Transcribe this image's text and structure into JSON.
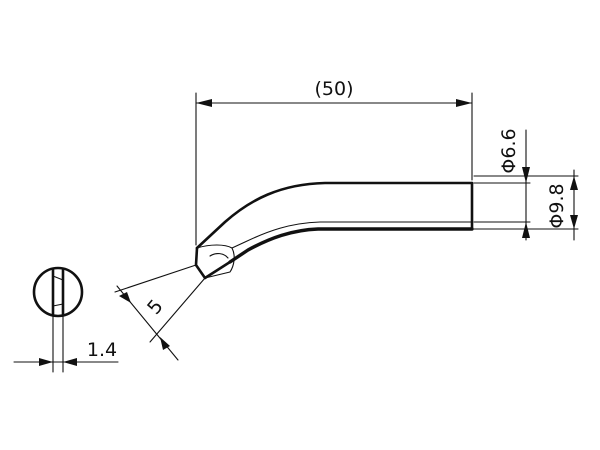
{
  "drawing": {
    "length_label": "(50)",
    "inner_diameter_label": "Φ6.6",
    "outer_diameter_label": "Φ9.8",
    "tip_width_label": "5",
    "tip_thickness_label": "1.4"
  }
}
